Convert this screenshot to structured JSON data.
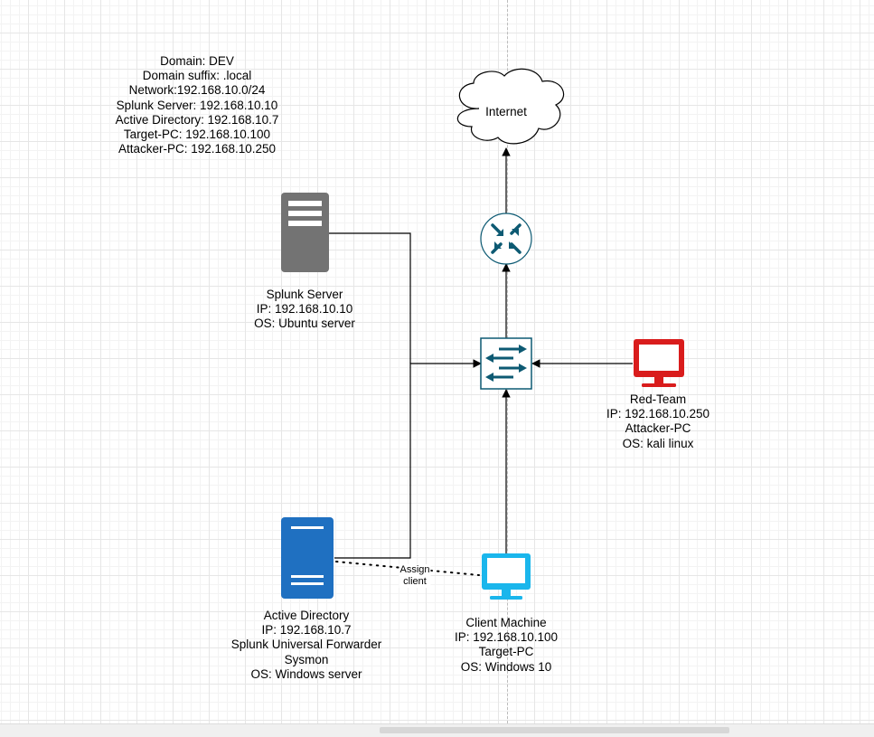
{
  "info_note": {
    "lines": [
      "Domain: DEV",
      "Domain suffix: .local",
      "Network:192.168.10.0/24",
      "Splunk Server: 192.168.10.10",
      "Active Directory: 192.168.10.7",
      "Target-PC: 192.168.10.100",
      "Attacker-PC: 192.168.10.250"
    ]
  },
  "internet": {
    "label": "Internet"
  },
  "splunk_server": {
    "lines": [
      "Splunk Server",
      "IP: 192.168.10.10",
      "OS: Ubuntu server"
    ],
    "color": "#737373"
  },
  "active_directory": {
    "lines": [
      "Active Directory",
      "IP: 192.168.10.7",
      "Splunk Universal Forwarder",
      "Sysmon",
      "OS: Windows server"
    ],
    "color": "#1f70c1"
  },
  "client_machine": {
    "lines": [
      "Client Machine",
      "IP: 192.168.10.100",
      "Target-PC",
      "OS: Windows 10"
    ],
    "color": "#1ab6ec"
  },
  "red_team": {
    "lines": [
      "Red-Team",
      "IP: 192.168.10.250",
      "Attacker-PC",
      "OS: kali linux"
    ],
    "color": "#d91c1c"
  },
  "assign_link": {
    "lines": [
      "Assign",
      "client"
    ]
  },
  "device_color": "#0d5a73",
  "icons": {
    "router": "router-icon",
    "switch": "switch-icon",
    "cloud": "cloud-icon",
    "server": "server-icon",
    "monitor": "monitor-icon"
  }
}
